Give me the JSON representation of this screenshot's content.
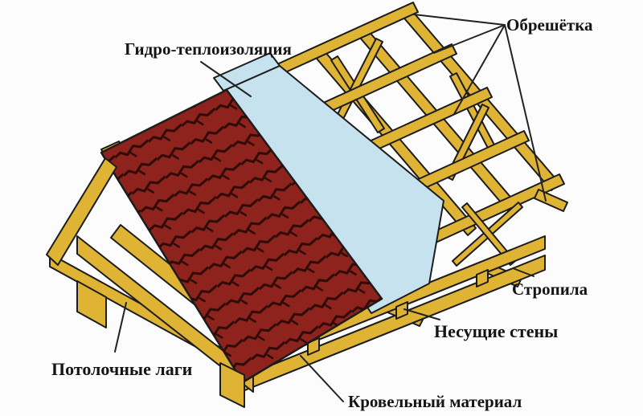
{
  "labels": {
    "insulation": "Гидро-теплоизоляция",
    "sheathing": "Обрешётка",
    "rafters": "Стропила",
    "load_bearing_walls": "Несущие стены",
    "ceiling_joists": "Потолочные лаги",
    "roofing_material": "Кровельный материал"
  },
  "colors": {
    "wood": "#DFB434",
    "roofing": "#8E231D",
    "shingle_line": "#2E0B07",
    "insulation": "#C5E2EE",
    "outline": "#1C1C1C",
    "pointer": "#222222",
    "text": "#141414",
    "background": "#FCFCFC"
  }
}
